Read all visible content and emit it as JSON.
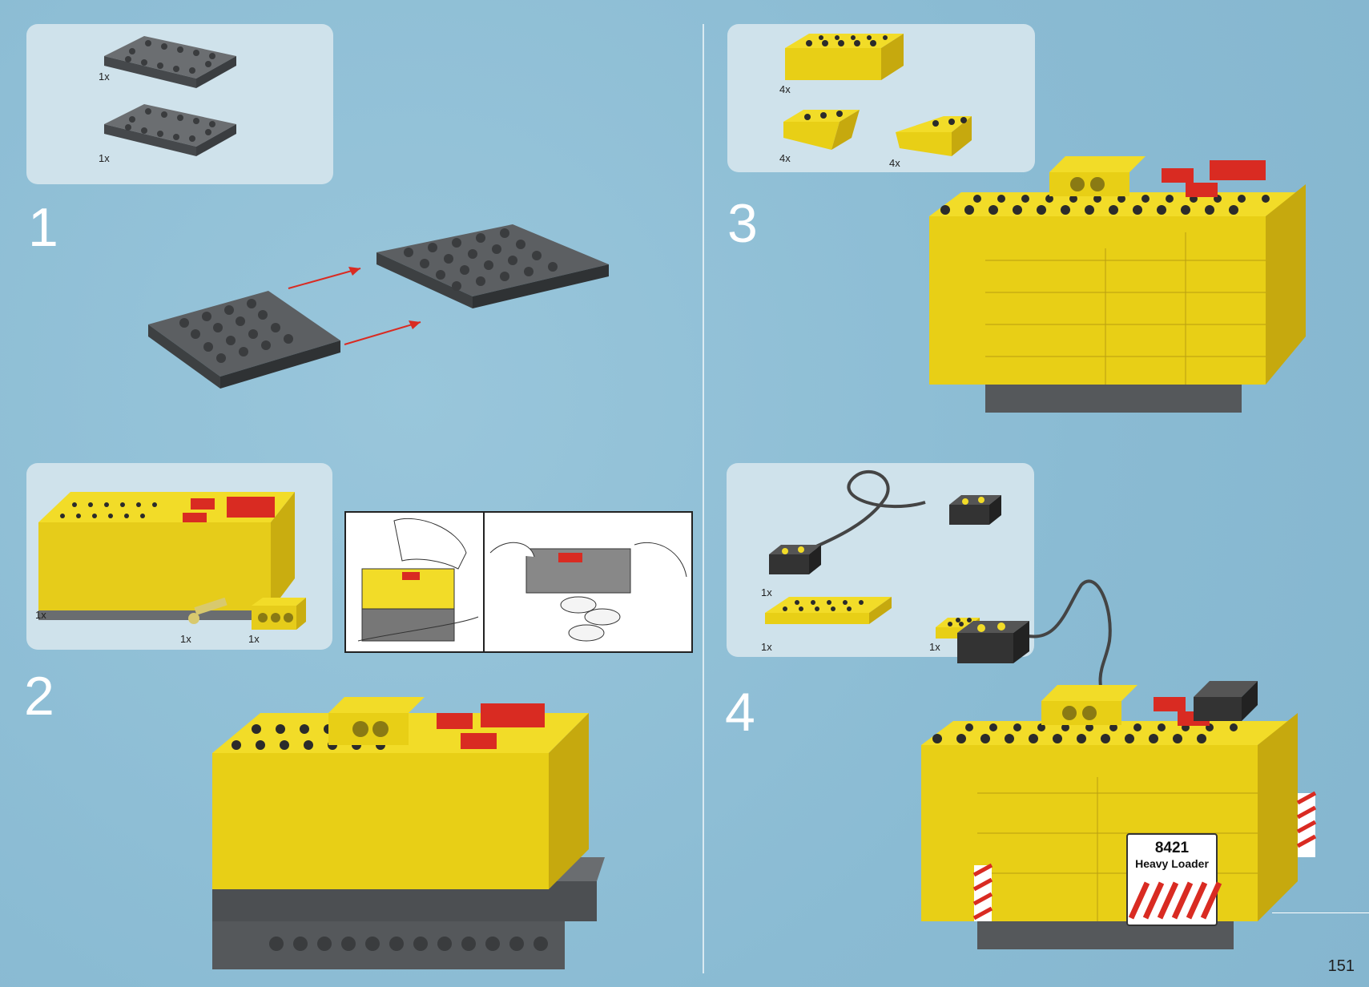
{
  "page_number": "151",
  "colors": {
    "background": "#8fbfd6",
    "panel": "#cfe2eb",
    "brick_yellow": "#f2dc28",
    "plate_gray": "#5a5d60",
    "accent_red": "#d92b22"
  },
  "steps": [
    {
      "number": "1",
      "parts": [
        {
          "qty": "1x",
          "part": "gray-plate-4x6"
        },
        {
          "qty": "1x",
          "part": "gray-plate-4x6"
        }
      ]
    },
    {
      "number": "2",
      "parts": [
        {
          "qty": "1x",
          "part": "battery-box"
        },
        {
          "qty": "1x",
          "part": "axle-pin"
        },
        {
          "qty": "1x",
          "part": "technic-brick-1x4"
        }
      ]
    },
    {
      "number": "3",
      "parts": [
        {
          "qty": "4x",
          "part": "yellow-brick-2x6"
        },
        {
          "qty": "4x",
          "part": "yellow-wedge-left"
        },
        {
          "qty": "4x",
          "part": "yellow-wedge-right"
        }
      ]
    },
    {
      "number": "4",
      "parts": [
        {
          "qty": "1x",
          "part": "power-extension-cable"
        },
        {
          "qty": "1x",
          "part": "yellow-plate-2x8"
        },
        {
          "qty": "1x",
          "part": "yellow-plate-2x2"
        }
      ]
    }
  ],
  "sticker": {
    "line1": "8421",
    "line2": "Heavy Loader"
  }
}
